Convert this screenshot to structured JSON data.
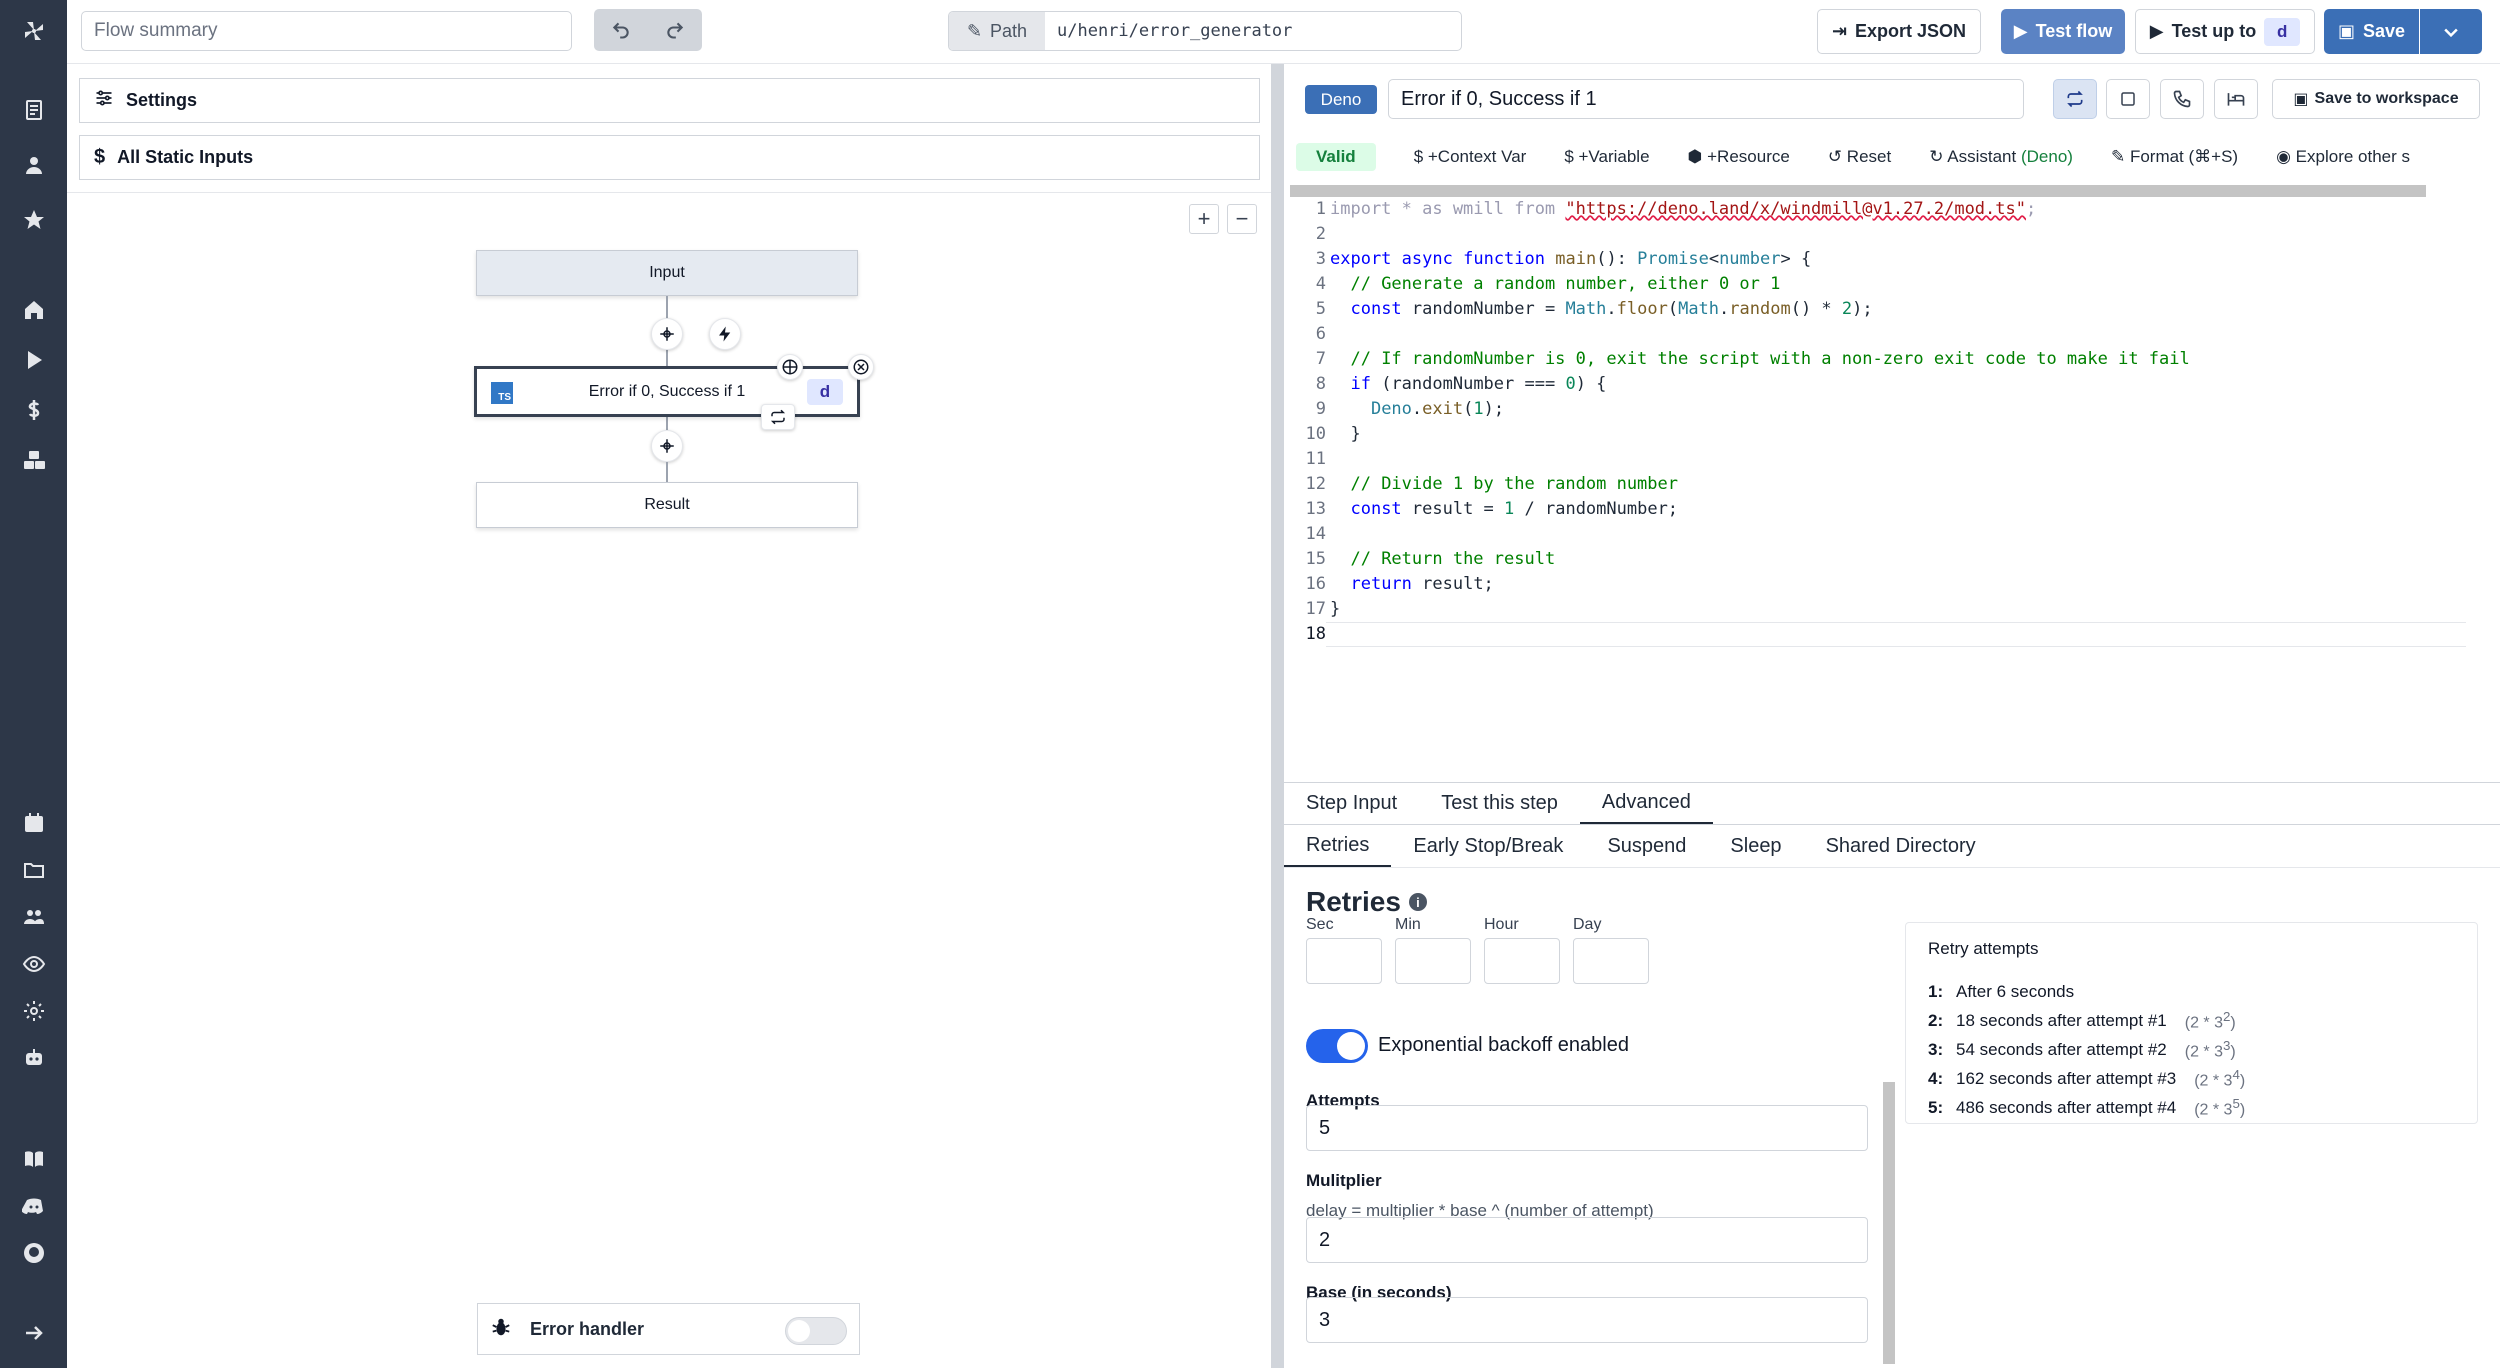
{
  "topbar": {
    "summary_placeholder": "Flow summary",
    "path_label": "Path",
    "path_value": "u/henri/error_generator",
    "export_json": "Export JSON",
    "test_flow": "Test flow",
    "test_up_to": "Test up to",
    "test_up_to_step": "d",
    "save": "Save"
  },
  "left": {
    "settings_label": "Settings",
    "static_inputs_label": "All Static Inputs",
    "zoom_in": "+",
    "zoom_out": "−",
    "nodes": {
      "input": "Input",
      "step_label": "Error if 0, Success if 1",
      "step_lang": "TS",
      "step_id": "d",
      "result": "Result"
    },
    "error_handler_label": "Error handler",
    "error_handler_enabled": false
  },
  "editor": {
    "language": "Deno",
    "summary": "Error if 0, Success if 1",
    "save_to_workspace": "Save to workspace",
    "toolbar": {
      "valid": "Valid",
      "context_var": "+Context Var",
      "variable": "+Variable",
      "resource": "+Resource",
      "reset": "Reset",
      "assistant": "Assistant",
      "assistant_lang": "(Deno)",
      "format": "Format (⌘+S)",
      "explore": "Explore other s"
    },
    "line_numbers": [
      "1",
      "2",
      "3",
      "4",
      "5",
      "6",
      "7",
      "8",
      "9",
      "10",
      "11",
      "12",
      "13",
      "14",
      "15",
      "16",
      "17",
      "18"
    ],
    "code_lines": [
      "import * as wmill from \"https://deno.land/x/windmill@v1.27.2/mod.ts\";",
      "",
      "export async function main(): Promise<number> {",
      "  // Generate a random number, either 0 or 1",
      "  const randomNumber = Math.floor(Math.random() * 2);",
      "",
      "  // If randomNumber is 0, exit the script with a non-zero exit code to make it fail",
      "  if (randomNumber === 0) {",
      "    Deno.exit(1);",
      "  }",
      "",
      "  // Divide 1 by the random number",
      "  const result = 1 / randomNumber;",
      "",
      "  // Return the result",
      "  return result;",
      "}",
      ""
    ]
  },
  "lower": {
    "tabs": [
      "Step Input",
      "Test this step",
      "Advanced"
    ],
    "active_tab": "Advanced",
    "subtabs": [
      "Retries",
      "Early Stop/Break",
      "Suspend",
      "Sleep",
      "Shared Directory"
    ],
    "active_subtab": "Retries",
    "retries_title": "Retries",
    "duration_labels": [
      "Sec",
      "Min",
      "Hour",
      "Day"
    ],
    "exp_backoff_label": "Exponential backoff enabled",
    "exp_backoff_enabled": true,
    "attempts_label": "Attempts",
    "attempts_value": "5",
    "multiplier_label": "Mulitplier",
    "multiplier_hint": "delay = multiplier * base ^ (number of attempt)",
    "multiplier_value": "2",
    "base_label": "Base (in seconds)",
    "base_value": "3",
    "retry_attempts_title": "Retry attempts",
    "retry_attempts": [
      {
        "n": "1:",
        "text": "After 6 seconds",
        "formula": "",
        "exp": ""
      },
      {
        "n": "2:",
        "text": "18 seconds after attempt #1",
        "formula": "(2 * 3",
        "exp": "2"
      },
      {
        "n": "3:",
        "text": "54 seconds after attempt #2",
        "formula": "(2 * 3",
        "exp": "3"
      },
      {
        "n": "4:",
        "text": "162 seconds after attempt #3",
        "formula": "(2 * 3",
        "exp": "4"
      },
      {
        "n": "5:",
        "text": "486 seconds after attempt #4",
        "formula": "(2 * 3",
        "exp": "5"
      }
    ]
  }
}
